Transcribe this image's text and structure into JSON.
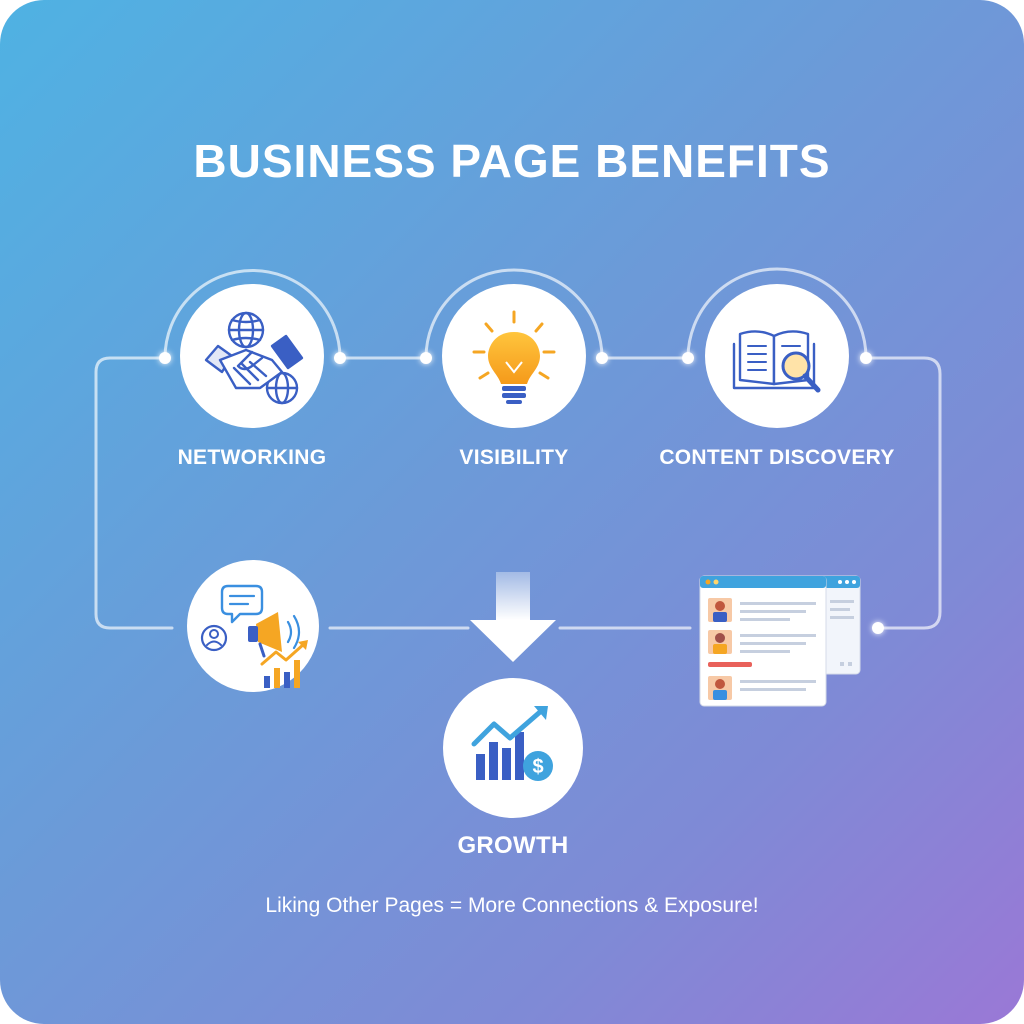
{
  "title": "BUSINESS PAGE BENEFITS",
  "nodes": [
    {
      "label": "NETWORKING",
      "icon": "handshake-globe-icon"
    },
    {
      "label": "VISIBILITY",
      "icon": "lightbulb-icon"
    },
    {
      "label": "CONTENT DISCOVERY",
      "icon": "book-magnifier-icon"
    },
    {
      "label": "",
      "icon": "megaphone-chat-icon"
    },
    {
      "label": "",
      "icon": "profile-pages-icon"
    },
    {
      "label": "GROWTH",
      "icon": "growth-chart-dollar-icon"
    }
  ],
  "tagline": "Liking Other Pages = More Connections & Exposure!",
  "colors": {
    "gradient_start": "#4fb2e3",
    "gradient_end": "#9a78d6",
    "icon_blue": "#3a5fc4",
    "icon_orange": "#f5a623",
    "node_fill": "#ffffff"
  }
}
